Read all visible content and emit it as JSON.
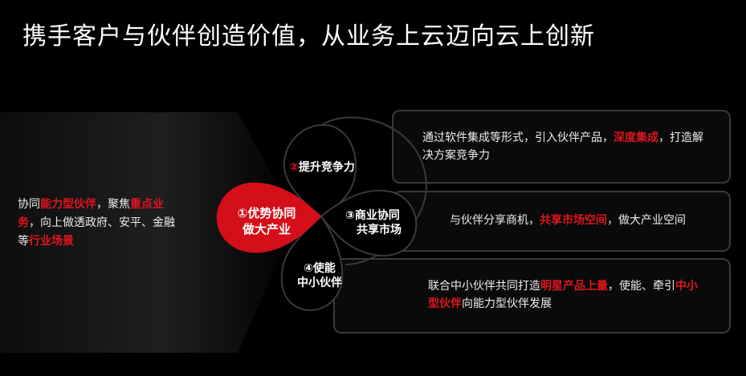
{
  "title": "携手客户与伙伴创造价值，从业务上云迈向云上创新",
  "left": {
    "p1": "协同",
    "h1": "能力型伙伴",
    "p2": "，聚焦",
    "h2": "重点业务",
    "p3": "，向上做透政府、安平、金融等",
    "h3": "行业场景"
  },
  "petals": {
    "center": {
      "line1": "①优势协同",
      "line2": "做大产业"
    },
    "top": {
      "num": "②",
      "text": "提升竞争力"
    },
    "right": {
      "line1": "③商业协同",
      "line2": "共享市场"
    },
    "bottom": {
      "line1": "④使能",
      "line2": "中小伙伴"
    }
  },
  "boxes": {
    "b1": {
      "p1": "通过软件集成等形式，引入伙伴产品，",
      "h1": "深度集成",
      "p2": "，打造解决方案竞争力"
    },
    "b2": {
      "p1": "与伙伴分享商机，",
      "h1": "共享市场空间",
      "p2": "，做大产业空间"
    },
    "b3": {
      "p1": "联合中小伙伴共同打造",
      "h1": "明星产品上量",
      "p2": "，使能、牵引",
      "h2": "中小型伙伴",
      "p3": "向能力型伙伴发展"
    }
  },
  "colors": {
    "accent": "#e0141e",
    "background": "#000000",
    "border": "#3a3a3a"
  }
}
